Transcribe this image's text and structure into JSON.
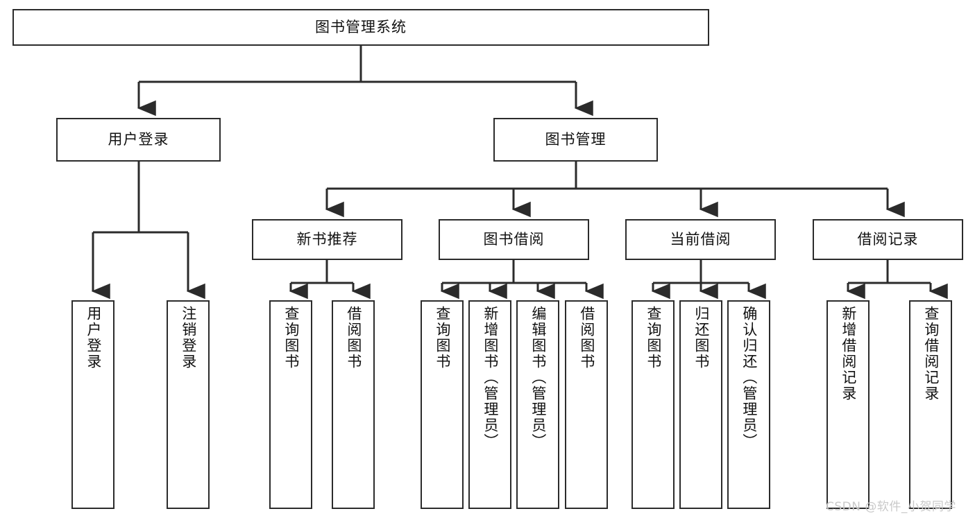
{
  "diagram": {
    "type": "tree-hierarchy",
    "title": "图书管理系统",
    "colors": {
      "stroke": "#2b2b2b",
      "fill": "#ffffff",
      "text": "#111111",
      "watermark": "#c9c9c9"
    },
    "nodes": {
      "root": {
        "label": "图书管理系统"
      },
      "l1": [
        {
          "label": "用户登录"
        },
        {
          "label": "图书管理"
        }
      ],
      "l2": [
        {
          "label": "新书推荐"
        },
        {
          "label": "图书借阅"
        },
        {
          "label": "当前借阅"
        },
        {
          "label": "借阅记录"
        }
      ],
      "leaves_login": [
        {
          "label": "用户登录"
        },
        {
          "label": "注销登录"
        }
      ],
      "leaves_newbook": [
        {
          "label": "查询图书"
        },
        {
          "label": "借阅图书"
        }
      ],
      "leaves_borrow": [
        {
          "label": "查询图书"
        },
        {
          "label": "新增图书（管理员）"
        },
        {
          "label": "编辑图书（管理员）"
        },
        {
          "label": "借阅图书"
        }
      ],
      "leaves_current": [
        {
          "label": "查询图书"
        },
        {
          "label": "归还图书"
        },
        {
          "label": "确认归还（管理员）"
        }
      ],
      "leaves_records": [
        {
          "label": "新增借阅记录"
        },
        {
          "label": "查询借阅记录"
        }
      ]
    }
  },
  "watermark": {
    "text": "CSDN @软件_小贺同学"
  }
}
